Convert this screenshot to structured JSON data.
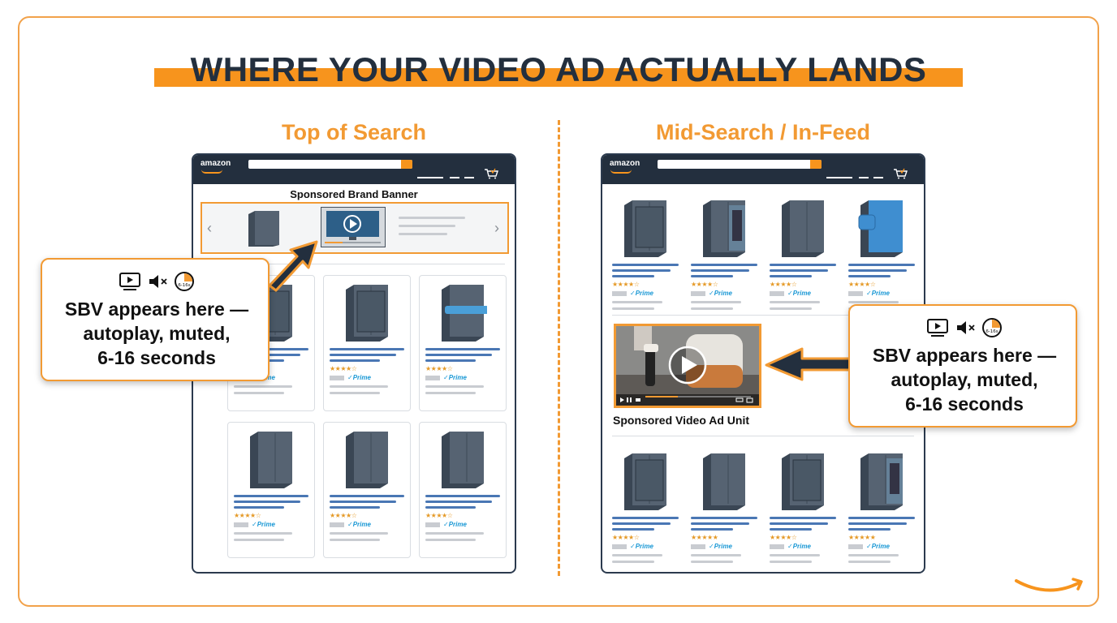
{
  "title": "WHERE YOUR VIDEO AD ACTUALLY LANDS",
  "left_panel": {
    "heading": "Top of Search",
    "logo": "amazon",
    "banner_label": "Sponsored Brand Banner",
    "callout_text": [
      "SBV appears here —",
      "autoplay, muted,",
      "6-16 seconds"
    ],
    "timer_badge": "6-16s"
  },
  "right_panel": {
    "heading": "Mid-Search / In-Feed",
    "logo": "amazon",
    "video_label": "Sponsored Video Ad Unit",
    "callout_text": [
      "SBV appears here —",
      "autoplay, muted,",
      "6-16 seconds"
    ],
    "timer_badge": "6-16s"
  },
  "prime_label": "Prime",
  "icons": [
    "video-player-icon",
    "muted-speaker-icon",
    "timer-icon",
    "play-icon",
    "cart-icon",
    "amazon-smile-icon"
  ],
  "colors": {
    "accent": "#f29a33",
    "navy": "#232f3e",
    "product": "#4d5a68",
    "link_blue": "#4a77b4",
    "prime_blue": "#1a98d5"
  }
}
